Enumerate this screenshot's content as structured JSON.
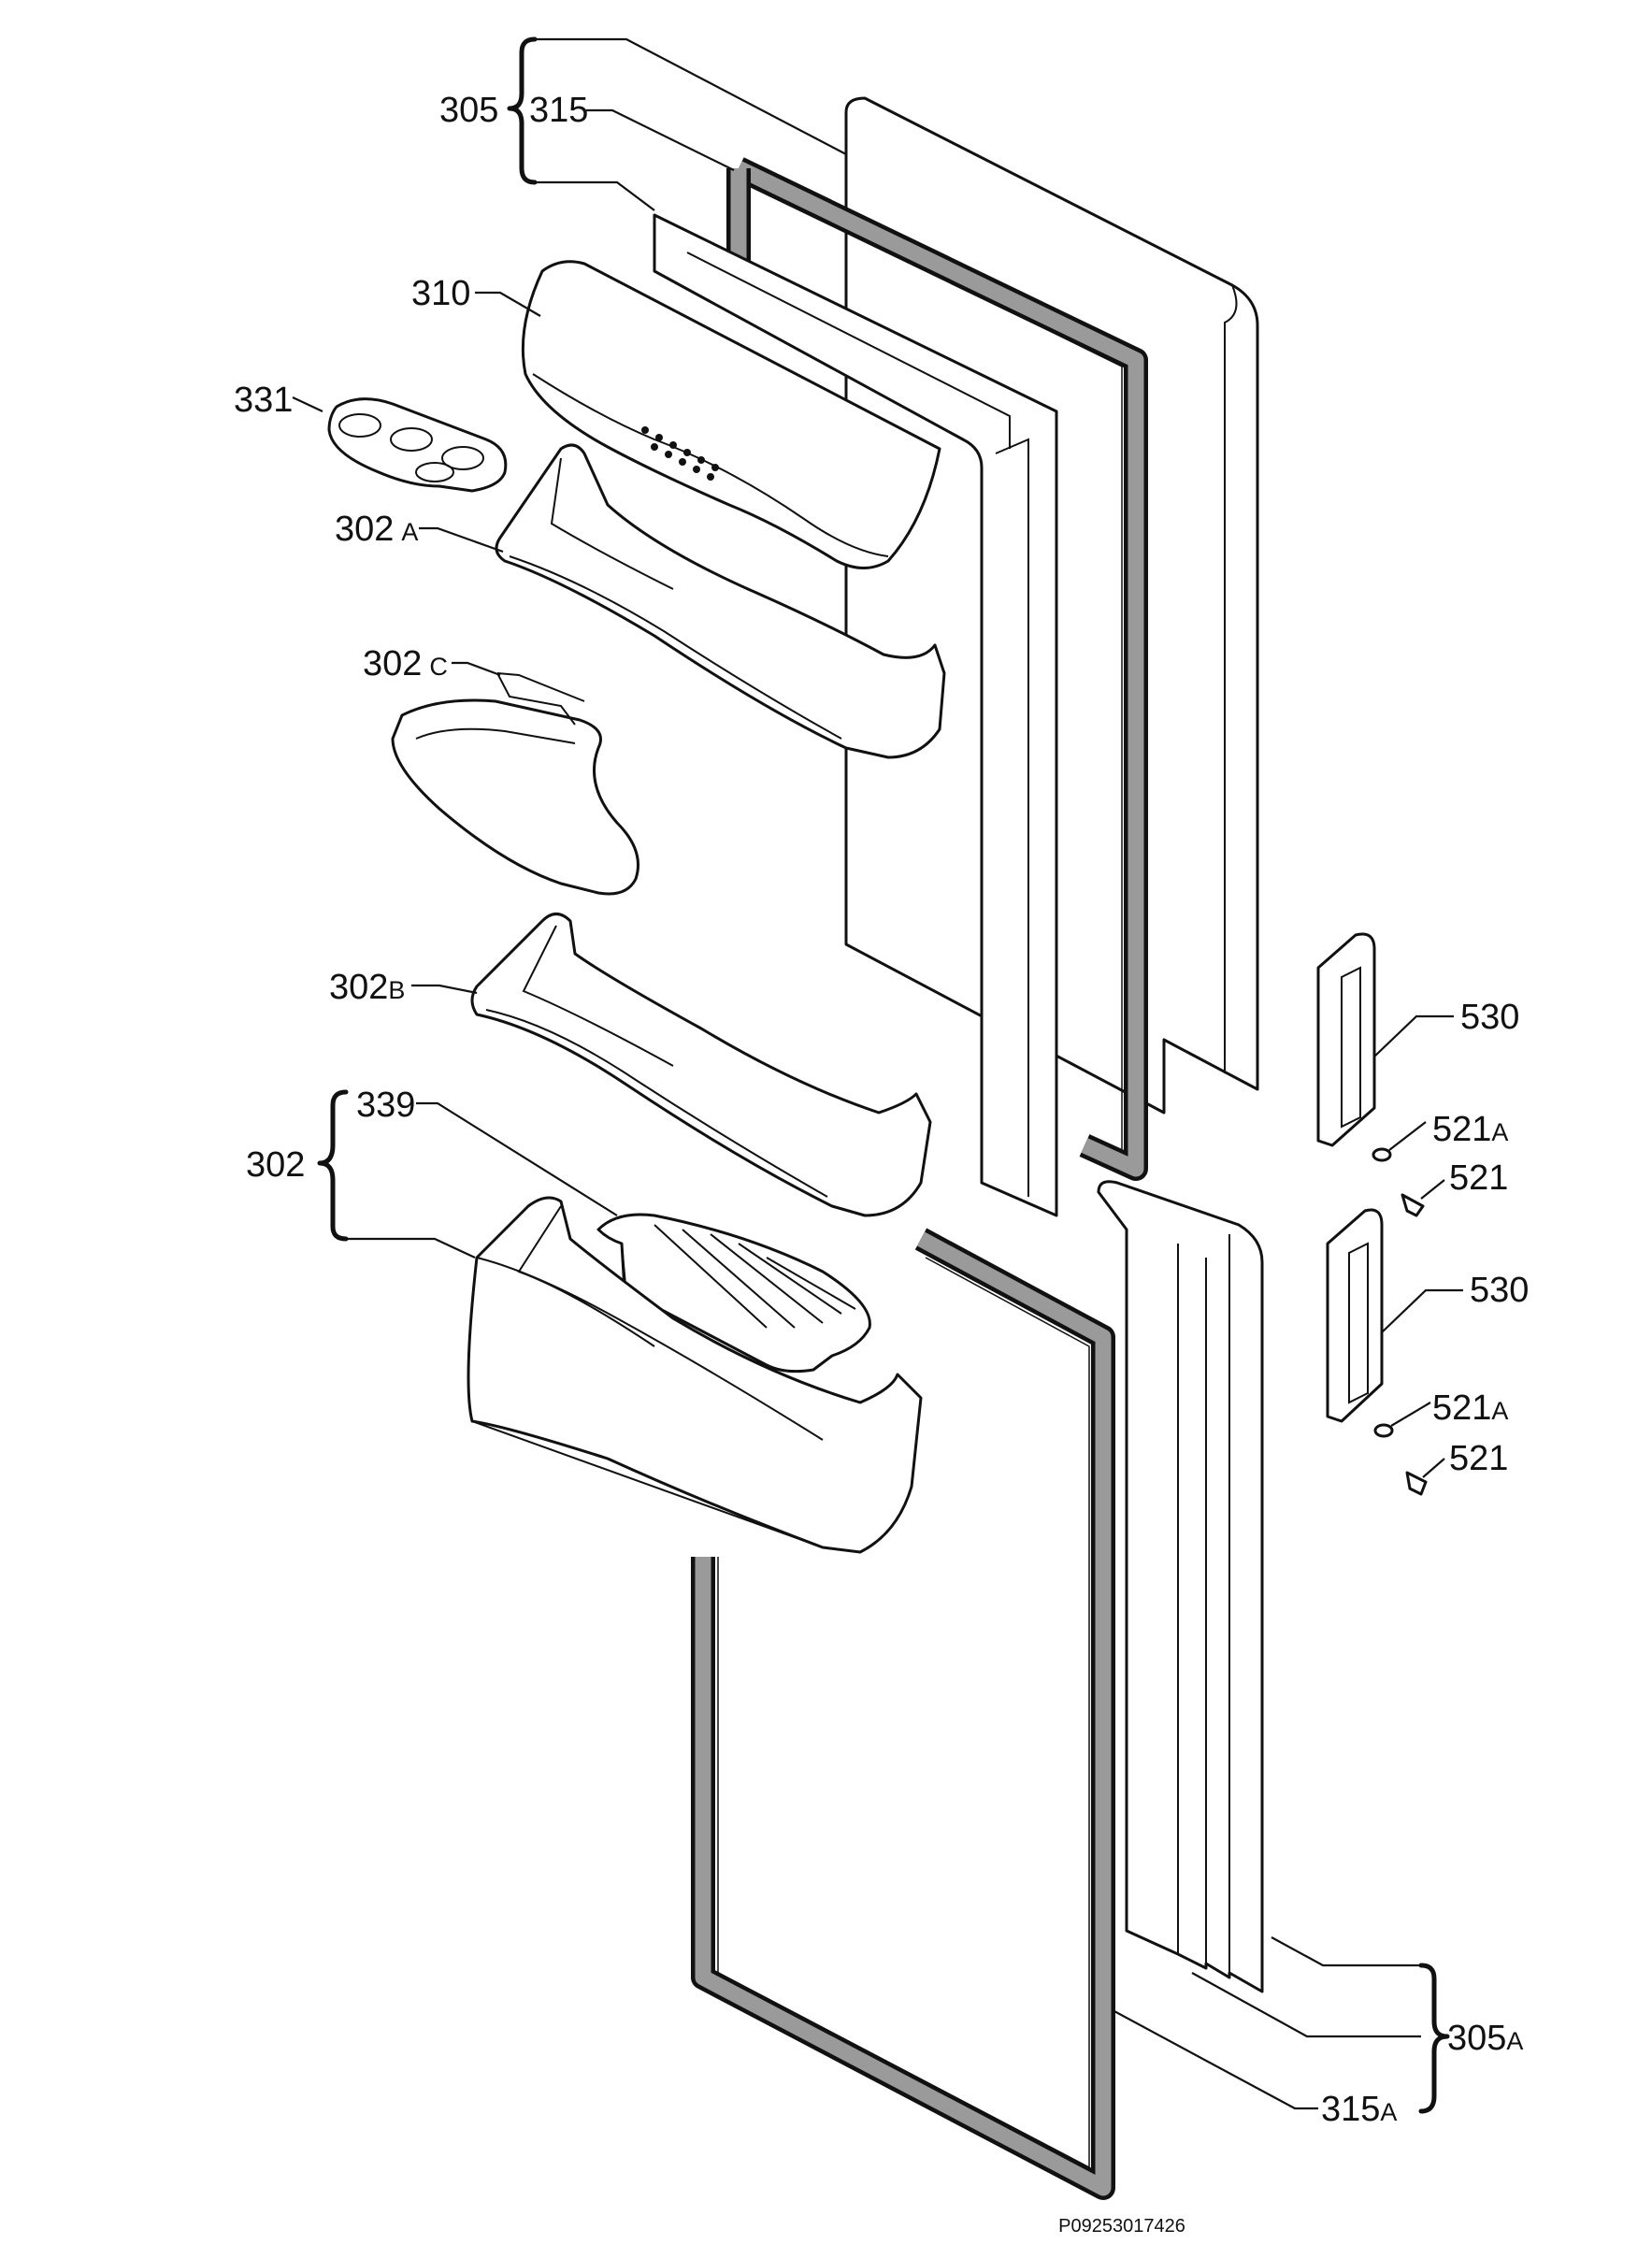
{
  "diagram": {
    "document_code": "P09253017426",
    "labels": {
      "l305": {
        "main": "305",
        "sub": ""
      },
      "l315": {
        "main": "315",
        "sub": ""
      },
      "l310": {
        "main": "310",
        "sub": ""
      },
      "l331": {
        "main": "331",
        "sub": ""
      },
      "l302a": {
        "main": "302",
        "sub": "A"
      },
      "l302c": {
        "main": "302",
        "sub": "C"
      },
      "l302b": {
        "main": "302",
        "sub": "B"
      },
      "l339": {
        "main": "339",
        "sub": ""
      },
      "l302": {
        "main": "302",
        "sub": ""
      },
      "l530a": {
        "main": "530",
        "sub": ""
      },
      "l521a1": {
        "main": "521",
        "sub": "A"
      },
      "l521b1": {
        "main": "521",
        "sub": ""
      },
      "l530b": {
        "main": "530",
        "sub": ""
      },
      "l521a2": {
        "main": "521",
        "sub": "A"
      },
      "l521b2": {
        "main": "521",
        "sub": ""
      },
      "l305a": {
        "main": "305",
        "sub": "A"
      },
      "l315a": {
        "main": "315",
        "sub": "A"
      }
    },
    "colors": {
      "ink": "#111111",
      "gasket_fill": "#9a9a9a",
      "background": "#ffffff"
    }
  }
}
